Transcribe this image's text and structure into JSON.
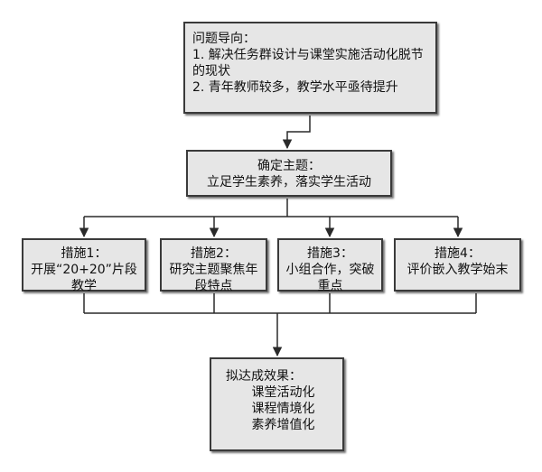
{
  "problem": {
    "title": "问题导向：",
    "lines": [
      "1. 解决任务群设计与课堂实施活动化脱节",
      "的现状",
      "2. 青年教师较多，教学水平亟待提升"
    ]
  },
  "topic": {
    "title": "确定主题：",
    "text": "立足学生素养，落实学生活动"
  },
  "measures": [
    {
      "title": "措施1：",
      "lines": [
        "开展“20+20”片段",
        "教学"
      ]
    },
    {
      "title": "措施2：",
      "lines": [
        "研究主题聚焦年",
        "段特点"
      ]
    },
    {
      "title": "措施3：",
      "lines": [
        "小组合作，突破",
        "重点"
      ]
    },
    {
      "title": "措施4：",
      "lines": [
        "评价嵌入教学始末"
      ]
    }
  ],
  "effect": {
    "title": "拟达成效果：",
    "items": [
      "课堂活动化",
      "课程情境化",
      "素养增值化"
    ]
  }
}
